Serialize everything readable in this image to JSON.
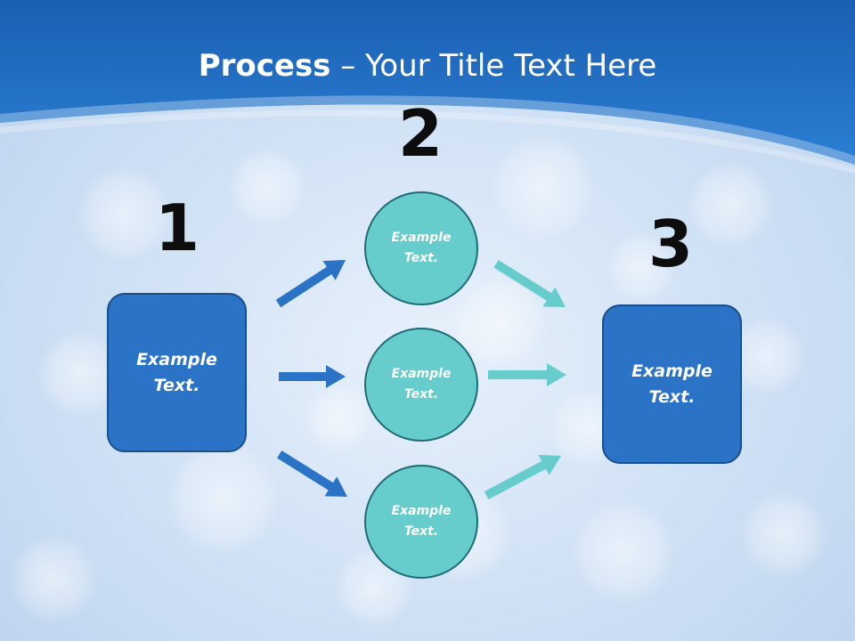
{
  "title": {
    "bold": "Process",
    "rest": " – Your Title Text Here"
  },
  "steps": {
    "one": "1",
    "two": "2",
    "three": "3"
  },
  "nodes": {
    "start_box": "Example\nText.",
    "circle_top": "Example\nText.",
    "circle_middle": "Example\nText.",
    "circle_bottom": "Example\nText.",
    "end_box": "Example\nText."
  },
  "colors": {
    "header_blue": "#1f6fc7",
    "box_fill": "#2a73c6",
    "circle_fill": "#66cccc",
    "arrow_in": "#2a73c6",
    "arrow_out": "#66cccc"
  }
}
